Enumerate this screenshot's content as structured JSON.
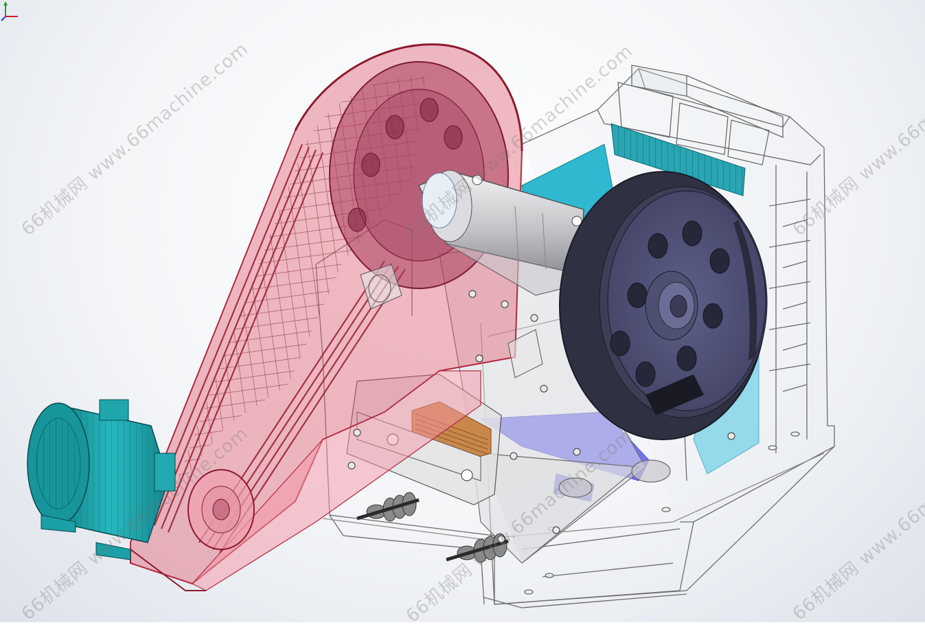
{
  "watermark": {
    "brand": "66机械网",
    "url": "www.66machine.com",
    "short_url": "www.66ma",
    "domain": "66machine.com"
  },
  "model": {
    "subject": "jaw-crusher-assembly",
    "colors": {
      "belt_guard": "#d9606f",
      "belt_guard_edge": "#b83045",
      "motor": "#1aa0a6",
      "flywheel": "#3a3d55",
      "flywheel_face": "#62628a",
      "jaw_plate": "#2a9fb0",
      "side_panel": "#7fd0e6",
      "toggle_plate": "#6a6af5",
      "copper_insert": "#c9874a",
      "shaft_housing": "#c8c8cc"
    }
  },
  "icons": {
    "triad": "coordinate-triad-icon"
  }
}
